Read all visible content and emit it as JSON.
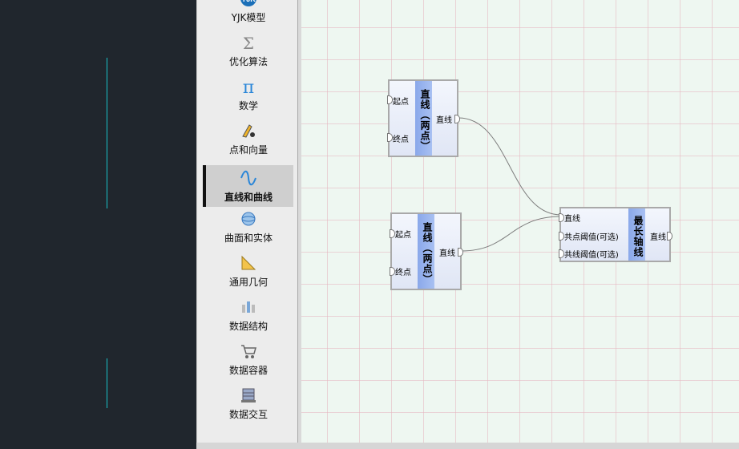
{
  "categories": [
    {
      "label": "YJK模型",
      "icon": "yjk-logo-icon"
    },
    {
      "label": "优化算法",
      "icon": "sigma-icon"
    },
    {
      "label": "数学",
      "icon": "pi-icon"
    },
    {
      "label": "点和向量",
      "icon": "pen-point-icon"
    },
    {
      "label": "直线和曲线",
      "icon": "sine-curve-icon",
      "active": true
    },
    {
      "label": "曲面和实体",
      "icon": "surface-solid-icon"
    },
    {
      "label": "通用几何",
      "icon": "triangle-ruler-icon"
    },
    {
      "label": "数据结构",
      "icon": "data-structure-icon"
    },
    {
      "label": "数据容器",
      "icon": "cart-container-icon"
    },
    {
      "label": "数据交互",
      "icon": "data-exchange-icon"
    }
  ],
  "nodes": {
    "line1": {
      "title": "直线（两点）",
      "in1": "起点",
      "in2": "终点",
      "out": "直线"
    },
    "line2": {
      "title": "直线（两点）",
      "in1": "起点",
      "in2": "终点",
      "out": "直线"
    },
    "longest": {
      "title": "最长轴线",
      "in1": "直线",
      "in2": "共点阈值(可选)",
      "in3": "共线阈值(可选)",
      "out": "直线"
    }
  },
  "colors": {
    "accent": "#19c1c9",
    "node_title": "#8aa8ea",
    "canvas_bg": "#eef7f1"
  }
}
